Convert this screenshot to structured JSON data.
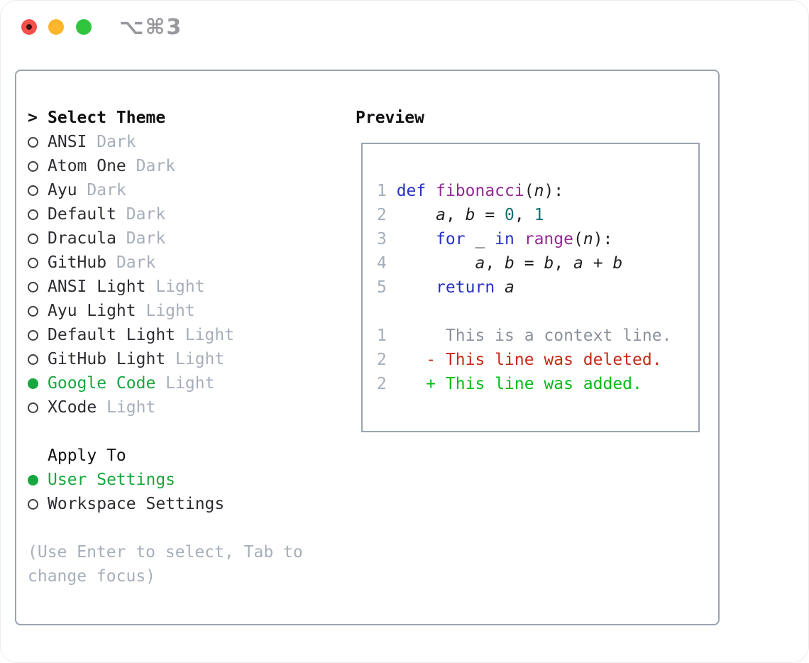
{
  "window": {
    "title": "⌥⌘3"
  },
  "theme_list": {
    "header_marker": ">",
    "header": "Select Theme",
    "items": [
      {
        "name": "ANSI",
        "variant": "Dark",
        "selected": false
      },
      {
        "name": "Atom One",
        "variant": "Dark",
        "selected": false
      },
      {
        "name": "Ayu",
        "variant": "Dark",
        "selected": false
      },
      {
        "name": "Default",
        "variant": "Dark",
        "selected": false
      },
      {
        "name": "Dracula",
        "variant": "Dark",
        "selected": false
      },
      {
        "name": "GitHub",
        "variant": "Dark",
        "selected": false
      },
      {
        "name": "ANSI Light",
        "variant": "Light",
        "selected": false
      },
      {
        "name": "Ayu Light",
        "variant": "Light",
        "selected": false
      },
      {
        "name": "Default Light",
        "variant": "Light",
        "selected": false
      },
      {
        "name": "GitHub Light",
        "variant": "Light",
        "selected": false
      },
      {
        "name": "Google Code",
        "variant": "Light",
        "selected": true
      },
      {
        "name": "XCode",
        "variant": "Light",
        "selected": false
      }
    ]
  },
  "apply_to": {
    "header": "Apply To",
    "items": [
      {
        "name": "User Settings",
        "selected": true
      },
      {
        "name": "Workspace Settings",
        "selected": false
      }
    ]
  },
  "hint": "(Use Enter to select, Tab to change focus)",
  "preview": {
    "title": "Preview",
    "code_lines": [
      {
        "num": "1",
        "spans": [
          {
            "t": "def",
            "c": "keyword"
          },
          {
            "t": " ",
            "c": "plain"
          },
          {
            "t": "fibonacci",
            "c": "function"
          },
          {
            "t": "(",
            "c": "plain"
          },
          {
            "t": "n",
            "c": "variable"
          },
          {
            "t": "):",
            "c": "plain"
          }
        ]
      },
      {
        "num": "2",
        "spans": [
          {
            "t": "    ",
            "c": "plain"
          },
          {
            "t": "a",
            "c": "variable"
          },
          {
            "t": ", ",
            "c": "plain"
          },
          {
            "t": "b",
            "c": "variable"
          },
          {
            "t": " = ",
            "c": "plain"
          },
          {
            "t": "0",
            "c": "number"
          },
          {
            "t": ", ",
            "c": "plain"
          },
          {
            "t": "1",
            "c": "number"
          }
        ]
      },
      {
        "num": "3",
        "spans": [
          {
            "t": "    ",
            "c": "plain"
          },
          {
            "t": "for",
            "c": "keyword"
          },
          {
            "t": " _ ",
            "c": "plain"
          },
          {
            "t": "in",
            "c": "keyword"
          },
          {
            "t": " ",
            "c": "plain"
          },
          {
            "t": "range",
            "c": "function"
          },
          {
            "t": "(",
            "c": "plain"
          },
          {
            "t": "n",
            "c": "variable"
          },
          {
            "t": "):",
            "c": "plain"
          }
        ]
      },
      {
        "num": "4",
        "spans": [
          {
            "t": "        ",
            "c": "plain"
          },
          {
            "t": "a",
            "c": "variable"
          },
          {
            "t": ", ",
            "c": "plain"
          },
          {
            "t": "b",
            "c": "variable"
          },
          {
            "t": " = ",
            "c": "plain"
          },
          {
            "t": "b",
            "c": "variable"
          },
          {
            "t": ", ",
            "c": "plain"
          },
          {
            "t": "a",
            "c": "variable"
          },
          {
            "t": " + ",
            "c": "plain"
          },
          {
            "t": "b",
            "c": "variable"
          }
        ]
      },
      {
        "num": "5",
        "spans": [
          {
            "t": "    ",
            "c": "plain"
          },
          {
            "t": "return",
            "c": "keyword"
          },
          {
            "t": " ",
            "c": "plain"
          },
          {
            "t": "a",
            "c": "variable"
          }
        ]
      },
      {
        "num": "",
        "spans": []
      },
      {
        "num": "1",
        "spans": [
          {
            "t": "     This is a context line.",
            "c": "context"
          }
        ]
      },
      {
        "num": "2",
        "spans": [
          {
            "t": "   - This line was deleted.",
            "c": "deleted"
          }
        ]
      },
      {
        "num": "2",
        "spans": [
          {
            "t": "   + This line was added.",
            "c": "added"
          }
        ]
      }
    ]
  },
  "colors": {
    "accent_green": "#17a73e",
    "muted": "#a6aeba",
    "panel_border": "#9aa4b2",
    "syntax_keyword": "#2531c4",
    "syntax_function": "#922b94",
    "syntax_number": "#15706f",
    "diff_deleted": "#c52a17",
    "diff_added": "#00bc16",
    "traffic_red": "#f4504b",
    "traffic_yellow": "#fbb62c",
    "traffic_green": "#2fc63e"
  }
}
